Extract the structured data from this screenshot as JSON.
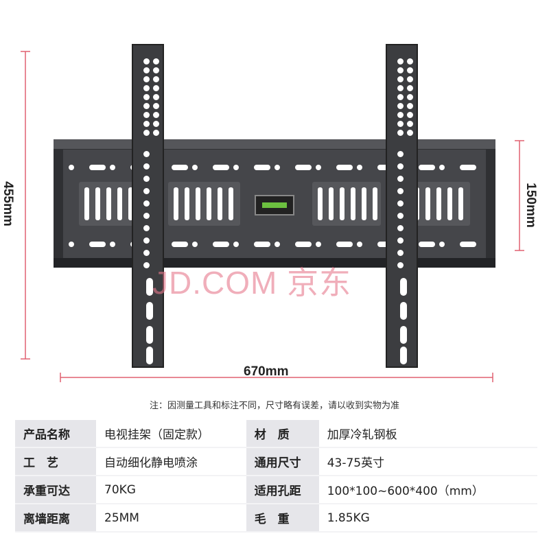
{
  "dimensions": {
    "height": "455mm",
    "plate_height": "150mm",
    "width": "670mm"
  },
  "watermark": "JD.COM 京东",
  "note": "注：因测量工具和标注不同，尺寸略有误差，请以收到实物为准",
  "colors": {
    "dimension_line": "#e06070",
    "metal": "#3c3d40",
    "label_bg": "#e6e6ea",
    "level": "#6cc040"
  },
  "specs": [
    {
      "label": "产品名称",
      "value": "电视挂架（固定款）",
      "label2": "材　质",
      "value2": "加厚冷轧钢板"
    },
    {
      "label": "工　艺",
      "value": "自动细化静电喷涂",
      "label2": "通用尺寸",
      "value2": "43-75英寸"
    },
    {
      "label": "承重可达",
      "value": "70KG",
      "label2": "适用孔距",
      "value2": "100*100~600*400（mm）"
    },
    {
      "label": "离墙距离",
      "value": "25MM",
      "label2": "毛　重",
      "value2": "1.85KG"
    }
  ]
}
